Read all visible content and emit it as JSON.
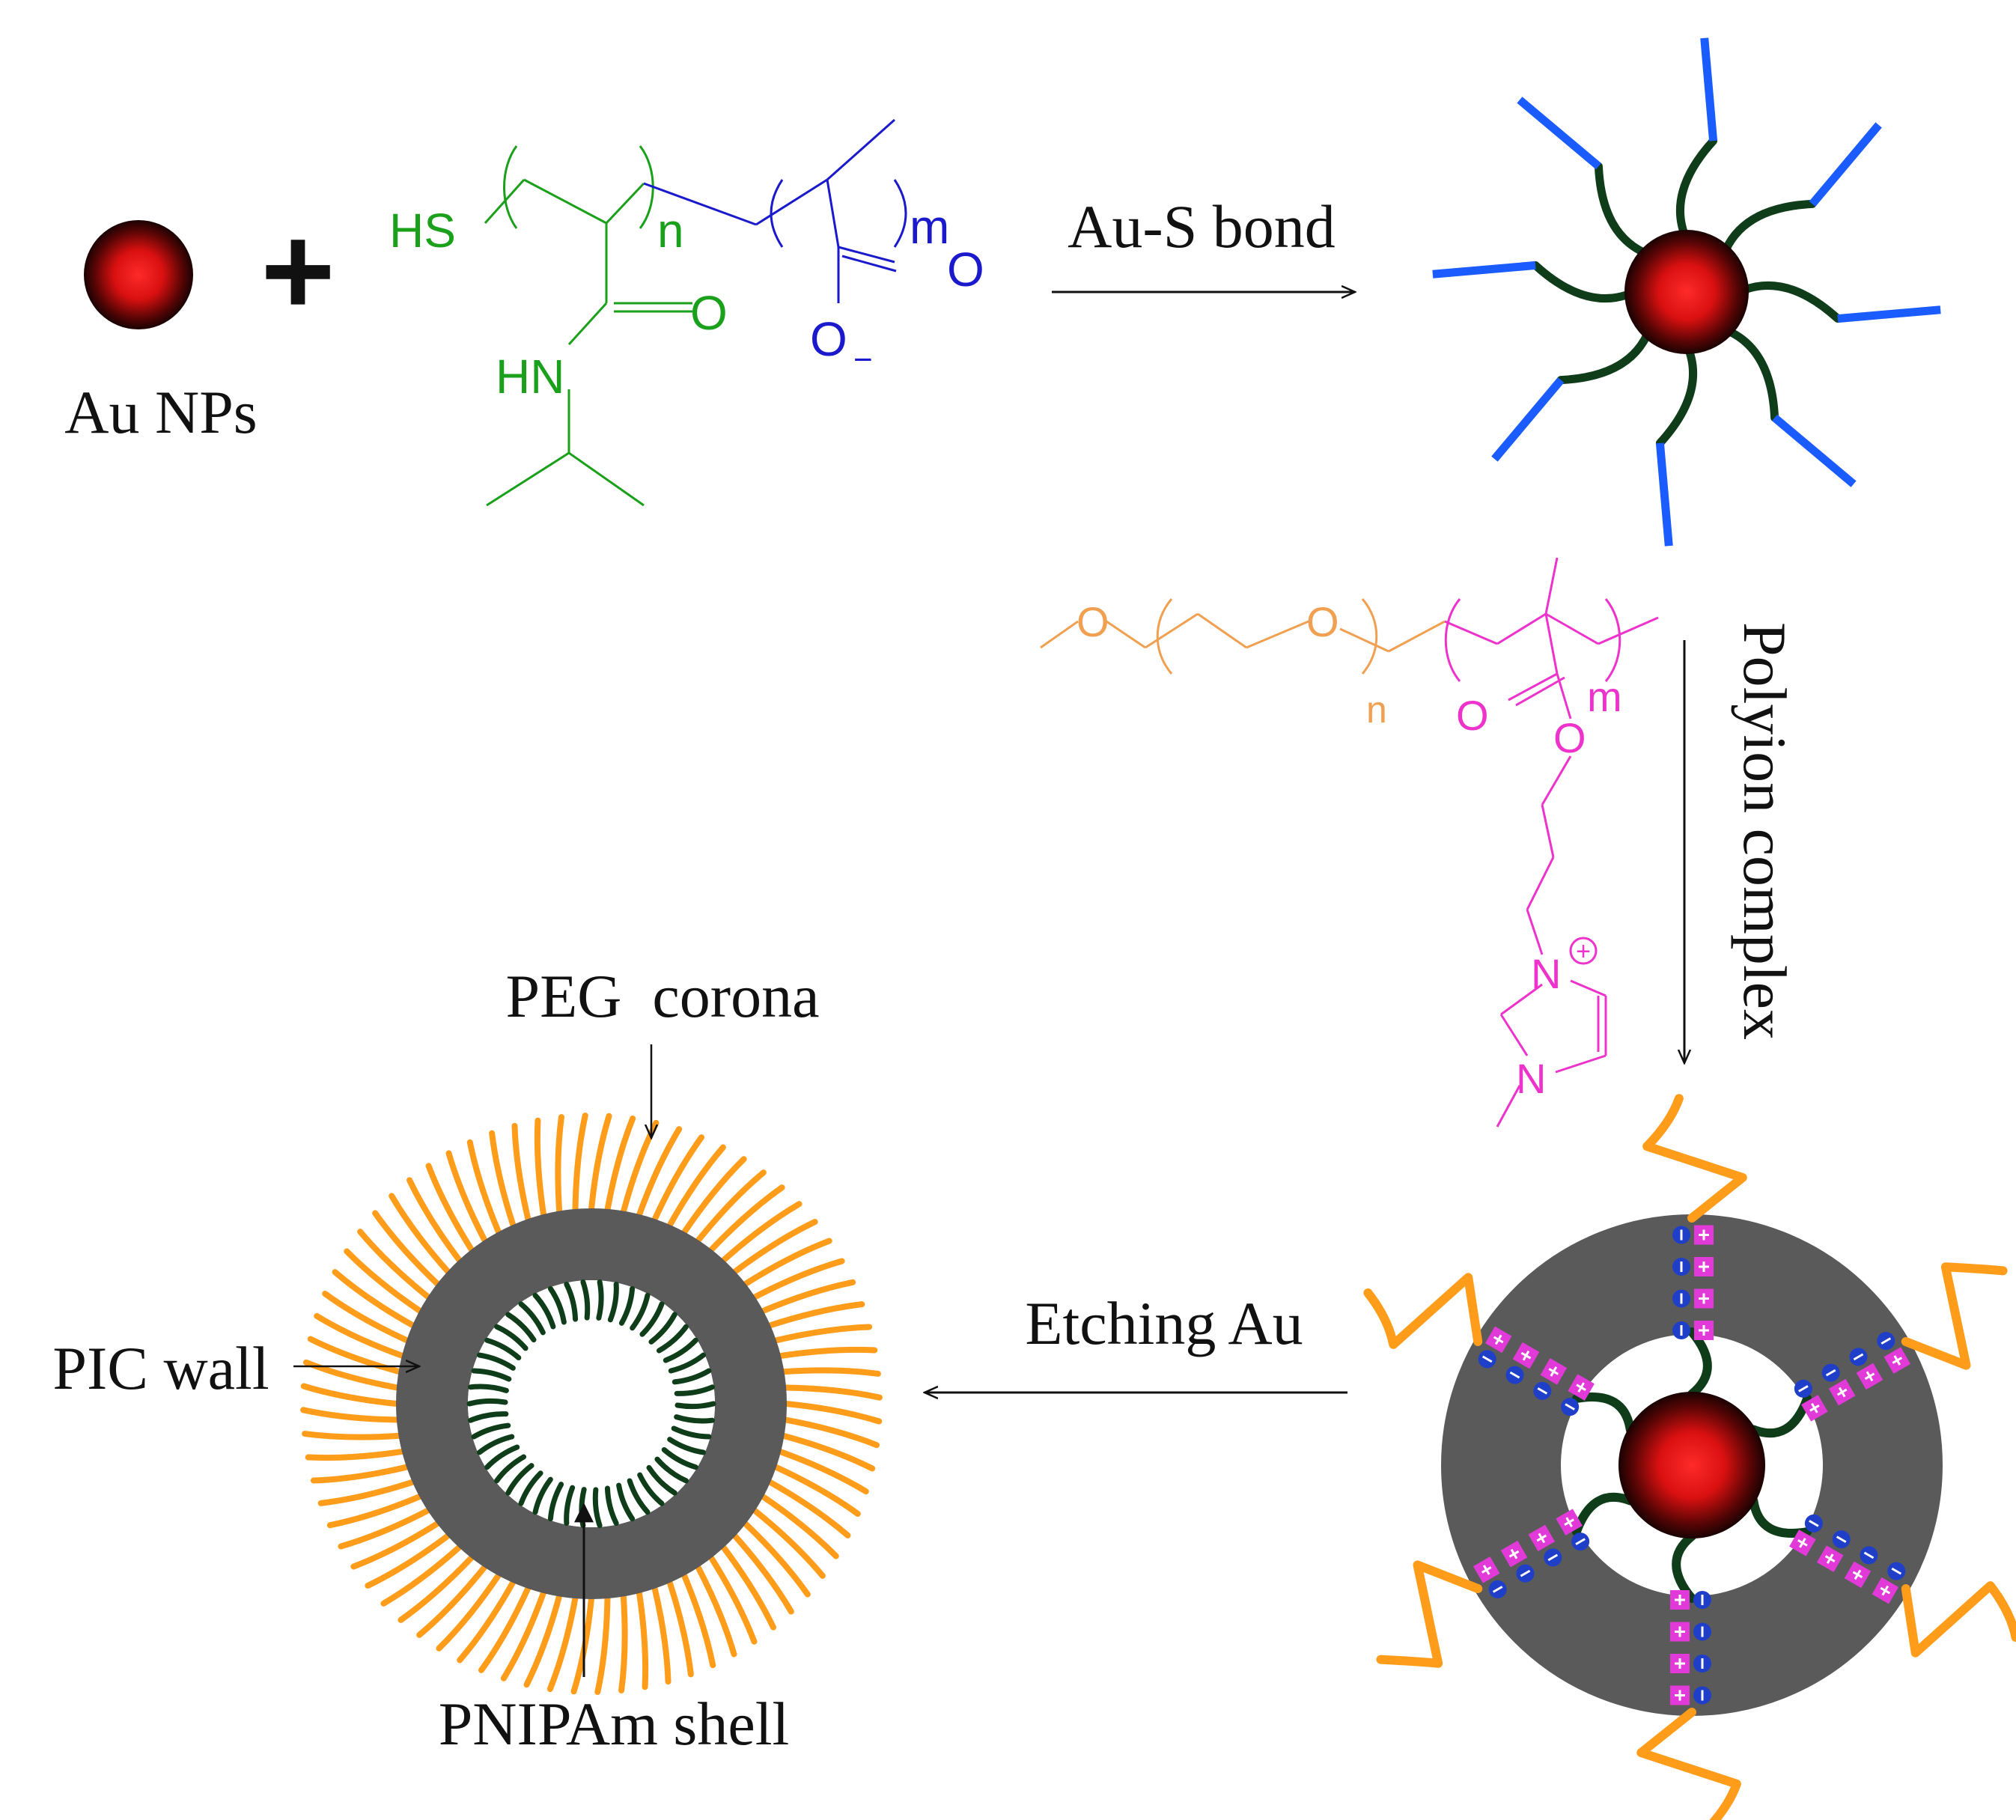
{
  "labels": {
    "au_nps": "Au NPs",
    "plus": "+",
    "au_s_bond": "Au-S bond",
    "polyion_complex": "Polyion complex",
    "etching_au": "Etching Au",
    "peg_corona": "PEG  corona",
    "pic_wall": "PIC wall",
    "pnipam_shell": "PNIPAm shell"
  },
  "chem1": {
    "hs": "HS",
    "n": "n",
    "m": "m",
    "o_carbonyl_amide": "O",
    "hn": "HN",
    "o_carbonyl_acid": "O",
    "o_minus": "O",
    "minus": "−"
  },
  "chem2": {
    "o1": "O",
    "o2": "O",
    "n": "n",
    "m": "m",
    "o_carbonyl": "O",
    "o_ester": "O",
    "n_plus": "N",
    "plus": "+",
    "n2": "N"
  },
  "colors": {
    "gold_core": "#ff1a1a",
    "pnipam_chain": "#0f3d1a",
    "paa_segment": "#1a5cff",
    "peg_corona": "#ff9c1a",
    "pic_wall": "#5a5a5a",
    "chem_green": "#1aa01a",
    "chem_blue": "#1a1acc",
    "chem_orange": "#f0a050",
    "chem_magenta": "#ee33cc",
    "plus_charge": "#e23ad8",
    "minus_charge": "#1f3fc8"
  }
}
